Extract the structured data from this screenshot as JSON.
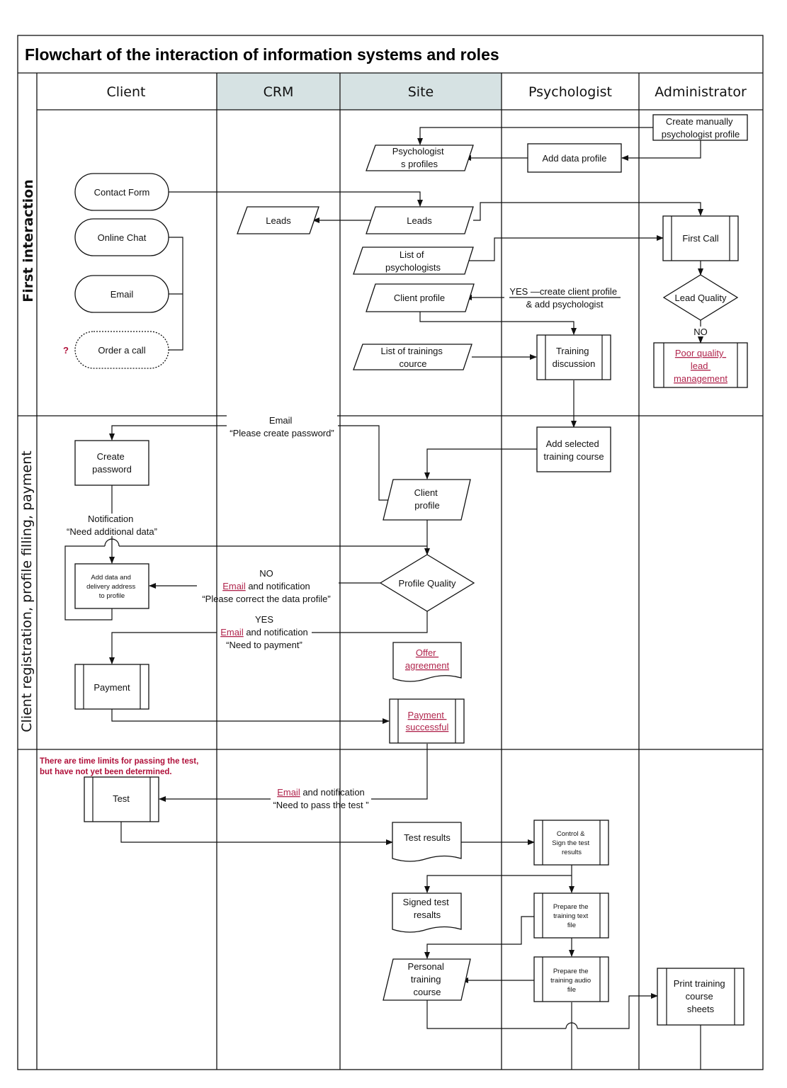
{
  "title": "Flowchart of the interaction of information systems and roles",
  "lanes": {
    "client": "Client",
    "crm": "CRM",
    "site": "Site",
    "psychologist": "Psychologist",
    "administrator": "Administrator"
  },
  "phases": {
    "first_interaction": "First interaction",
    "registration": "Client registration, profile filling, payment"
  },
  "colors": {
    "lane_header_highlight": "#d6e2e3",
    "link_red": "#b0244c"
  },
  "nodes": {
    "create_manually": [
      "Create manually",
      "psychologist profile"
    ],
    "psych_profiles_doc": [
      "Psychologist",
      "s profiles"
    ],
    "add_data_profile": [
      "Add data profile"
    ],
    "contact_form": [
      "Contact Form"
    ],
    "online_chat": [
      "Online Chat"
    ],
    "email": [
      "Email"
    ],
    "order_call": [
      "Order a call"
    ],
    "question_mark": "?",
    "crm_leads": [
      "Leads"
    ],
    "site_leads": [
      "Leads"
    ],
    "first_call": [
      "First Call"
    ],
    "list_psychologists": [
      "List of",
      "psychologists"
    ],
    "client_profile_1": [
      "Client profile"
    ],
    "lead_quality": [
      "Lead Quality"
    ],
    "list_trainings": [
      "List of trainings",
      "cource"
    ],
    "training_discussion": [
      "Training",
      "discussion"
    ],
    "poor_quality": [
      "Poor quality",
      "lead",
      "management"
    ],
    "create_password": [
      "Create",
      "password"
    ],
    "add_selected": [
      "Add selected",
      "training course"
    ],
    "client_profile_2": [
      "Client",
      "profile"
    ],
    "add_data_delivery": [
      "Add data and",
      "delivery address",
      "to profile"
    ],
    "profile_quality": [
      "Profile Quality"
    ],
    "offer_agreement": [
      "Offer",
      "agreement"
    ],
    "payment": [
      "Payment"
    ],
    "payment_successful": [
      "Payment",
      "successful"
    ],
    "time_limits_note": [
      "There are time limits for passing the test,",
      "but have not yet been determined."
    ],
    "test": [
      "Test"
    ],
    "test_results": [
      "Test results"
    ],
    "control_sign": [
      "Control &",
      "Sign the test",
      "results"
    ],
    "signed_results": [
      "Signed test",
      "resalts"
    ],
    "prepare_text": [
      "Prepare the",
      "training text",
      "file"
    ],
    "personal_course": [
      "Personal",
      "training",
      "course"
    ],
    "prepare_audio": [
      "Prepare the",
      "training audio",
      "file"
    ],
    "print_sheets": [
      "Print training",
      "course",
      "sheets"
    ]
  },
  "edge_labels": {
    "yes_create_client": [
      "YES —create client profile",
      "& add psychologist"
    ],
    "no_lead": "NO",
    "email_password": [
      "Email",
      "“Please create password”"
    ],
    "notification_additional": [
      "Notification",
      "“Need additional data”"
    ],
    "no_profile": "NO",
    "email_word_1": "Email",
    "and_notification_1": " and notification",
    "please_correct": "“Please correct the data profile”",
    "yes_profile": "YES",
    "email_word_2": "Email",
    "and_notification_2": " and notification",
    "need_payment": "“Need to payment”",
    "email_word_3": "Email",
    "and_notification_3": " and notification",
    "need_pass_test": "“Need to pass the test ”"
  }
}
